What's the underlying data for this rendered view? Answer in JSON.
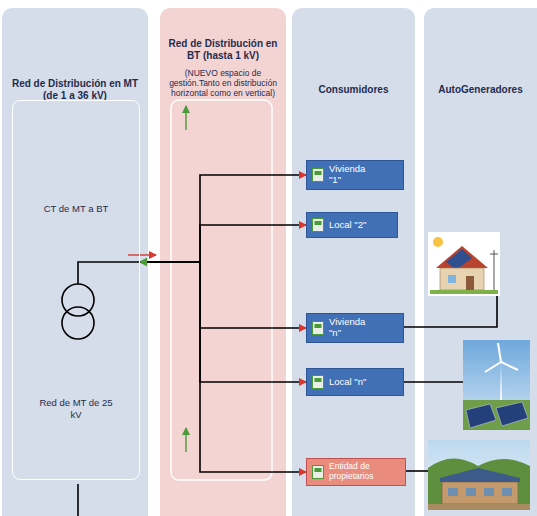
{
  "diagram": {
    "nodes": [
      {
        "text": [
          "Red de Distribución en MT (de 1 a 36 kV)"
        ]
      },
      {
        "text": [
          "CT de MT a BT",
          "Red de MT de 25 kV"
        ],
        "in": 0
      },
      {
        "text": [
          "Red de Distribución en BT (hasta 1 kV)",
          "(NUEVO espacio de gestión.Tanto en distribución horizontal como en vertical)"
        ]
      },
      {
        "text": [
          "Consumidores"
        ]
      },
      {
        "text": [
          "Vivienda \"1\""
        ],
        "in": 3
      },
      {
        "text": [
          "Local \"2\""
        ],
        "in": 3
      },
      {
        "text": [
          "Vivienda \"n\""
        ],
        "in": 3
      },
      {
        "text": [
          "Local \"n\""
        ],
        "in": 3
      },
      {
        "text": [
          "Entidad de propietarios"
        ],
        "in": 3
      },
      {
        "text": [
          "AutoGeneradores"
        ]
      }
    ],
    "edges": [
      {
        "from": 1,
        "to": 4,
        "arrow": "to"
      },
      {
        "from": 1,
        "to": 5,
        "arrow": "to"
      },
      {
        "from": 1,
        "to": 6,
        "arrow": "both"
      },
      {
        "from": 1,
        "to": 7,
        "arrow": "both"
      },
      {
        "from": 1,
        "to": 8,
        "arrow": "both"
      }
    ]
  }
}
